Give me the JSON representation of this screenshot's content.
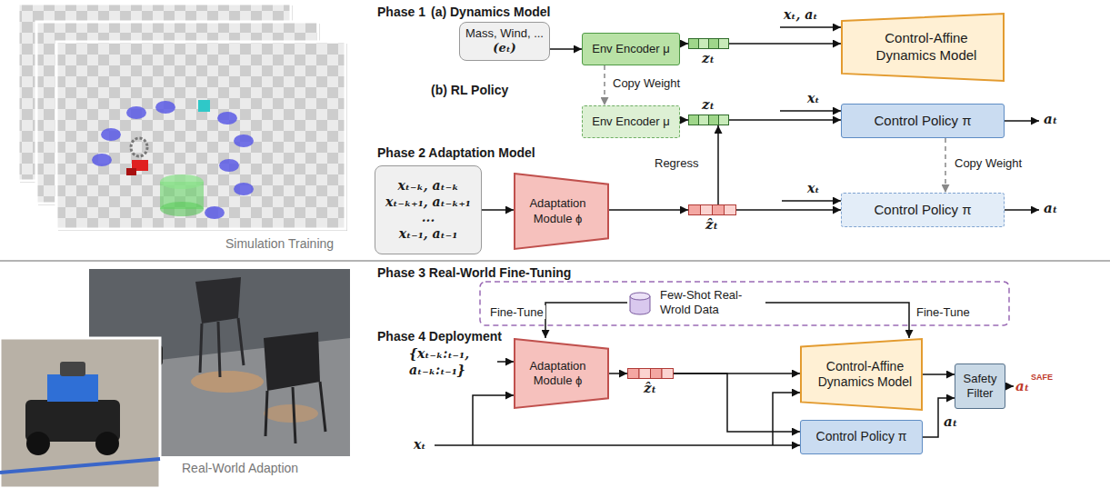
{
  "diagram": {
    "nodes": [
      {
        "text": [
          "Mass, Wind, ...",
          "(eₜ)"
        ]
      },
      {
        "text": [
          "Env Encoder μ"
        ]
      },
      {
        "text": [
          "zₜ"
        ]
      },
      {
        "text": [
          "Control-Affine Dynamics Model"
        ]
      },
      {
        "text": [
          "Env Encoder μ"
        ]
      },
      {
        "text": [
          "zₜ"
        ]
      },
      {
        "text": [
          "Control Policy π"
        ]
      },
      {
        "text": [
          "xₜ₋ₖ, aₜ₋ₖ",
          "xₜ₋ₖ₊₁, aₜ₋ₖ₊₁",
          "...",
          "xₜ₋₁, aₜ₋₁"
        ]
      },
      {
        "text": [
          "Adaptation Module ϕ"
        ]
      },
      {
        "text": [
          "ẑₜ"
        ]
      },
      {
        "text": [
          "Control Policy π"
        ]
      },
      {
        "text": [
          "Few-Shot Real-Wrold Data"
        ]
      },
      {
        "text": [
          "Adaptation Module ϕ"
        ]
      },
      {
        "text": [
          "ẑₜ"
        ]
      },
      {
        "text": [
          "Control-Affine Dynamics Model"
        ]
      },
      {
        "text": [
          "Control Policy π"
        ]
      },
      {
        "text": [
          "Safety Filter"
        ]
      }
    ],
    "edges": [
      {
        "from": 0,
        "to": 1,
        "arrow": "to"
      },
      {
        "from": 1,
        "to": 2,
        "arrow": "to"
      },
      {
        "from": 2,
        "to": 3,
        "arrow": "to"
      },
      {
        "from": 1,
        "to": 4,
        "arrow": "to",
        "label": "Copy Weight"
      },
      {
        "from": 4,
        "to": 5,
        "arrow": "to"
      },
      {
        "from": 5,
        "to": 6,
        "arrow": "to"
      },
      {
        "from": 6,
        "to": 10,
        "arrow": "to",
        "label": "Copy Weight"
      },
      {
        "from": 7,
        "to": 8,
        "arrow": "to"
      },
      {
        "from": 8,
        "to": 9,
        "arrow": "to"
      },
      {
        "from": 9,
        "to": 10,
        "arrow": "to"
      },
      {
        "from": 9,
        "to": 5,
        "arrow": "to",
        "label": "Regress"
      },
      {
        "from": 11,
        "to": 12,
        "arrow": "to",
        "label": "Fine-Tune"
      },
      {
        "from": 11,
        "to": 14,
        "arrow": "to",
        "label": "Fine-Tune"
      },
      {
        "from": 12,
        "to": 13,
        "arrow": "to"
      },
      {
        "from": 13,
        "to": 14,
        "arrow": "to"
      },
      {
        "from": 13,
        "to": 15,
        "arrow": "to"
      },
      {
        "from": 14,
        "to": 16,
        "arrow": "to"
      },
      {
        "from": 15,
        "to": 16,
        "arrow": "to",
        "label": "aₜ"
      }
    ],
    "labels": [
      "Phase 1",
      "(a) Dynamics Model",
      "(b) RL Policy",
      "Phase 2 Adaptation Model",
      "Phase 3 Real-World Fine-Tuning",
      "Phase 4 Deployment",
      "Simulation Training",
      "Real-World Adaption",
      "xₜ, aₜ",
      "xₜ",
      "aₜ",
      "xₜ",
      "aₜ",
      "{xₜ₋ₖ:ₜ₋₁, aₜ₋ₖ:ₜ₋₁}",
      "xₜ",
      "aₜ",
      "SAFE"
    ]
  }
}
